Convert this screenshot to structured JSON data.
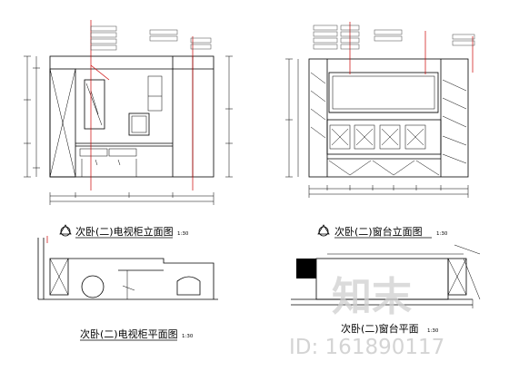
{
  "captions": {
    "tv_elevation": "次卧(二)电视柜立面图",
    "tv_elevation_scale": "1:30",
    "window_elevation": "次卧(二)窗台立面图",
    "window_elevation_scale": "1:30",
    "tv_plan": "次卧(二)电视柜平面图",
    "tv_plan_scale": "1:30",
    "window_plan": "次卧(二)窗台平面",
    "window_plan_scale": "1:30"
  },
  "watermark": {
    "logo_text": "知末",
    "id_text": "ID: 161890117"
  },
  "colors": {
    "line": "#000000",
    "leader": "#cc0000",
    "watermark": "#d0d0d0"
  }
}
